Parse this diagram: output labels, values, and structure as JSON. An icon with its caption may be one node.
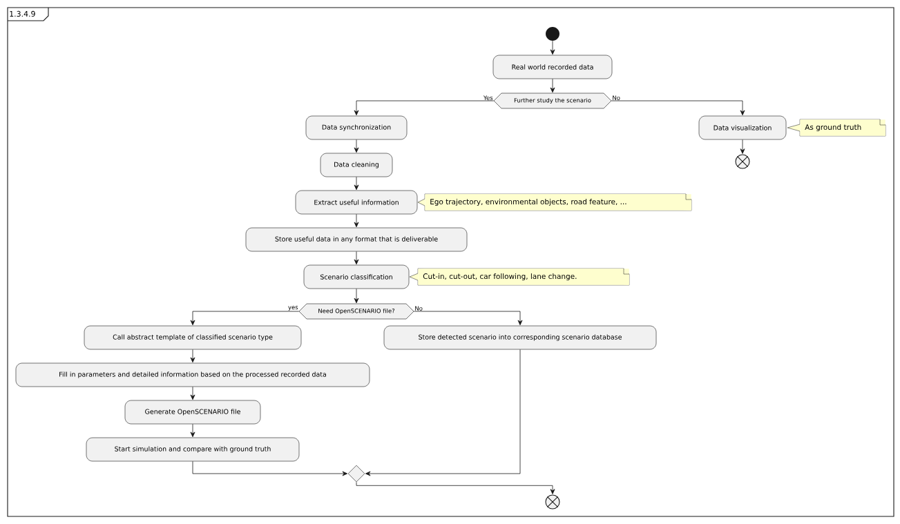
{
  "diagram": {
    "nodes": [
      {
        "text": [
          "1.3.4.9"
        ]
      },
      {
        "text": [],
        "shape": "circle",
        "in": 0
      },
      {
        "text": [
          "Real world recorded data"
        ],
        "in": 0
      },
      {
        "text": [
          "Further study the scenario"
        ],
        "in": 0
      },
      {
        "text": [
          "Data synchronization"
        ],
        "in": 0
      },
      {
        "text": [
          "Data visualization"
        ],
        "in": 0
      },
      {
        "text": [
          "As ground truth"
        ],
        "in": 0
      },
      {
        "text": [],
        "shape": "circle",
        "in": 0
      },
      {
        "text": [
          "Data cleaning"
        ],
        "in": 0
      },
      {
        "text": [
          "Extract useful information"
        ],
        "in": 0
      },
      {
        "text": [
          "Ego trajectory, environmental objects, road feature, ..."
        ],
        "in": 0
      },
      {
        "text": [
          "Store useful data in any format that is deliverable"
        ],
        "in": 0
      },
      {
        "text": [
          "Scenario classification"
        ],
        "in": 0
      },
      {
        "text": [
          "Cut-in, cut-out, car following, lane change."
        ],
        "in": 0
      },
      {
        "text": [
          "Need OpenSCENARIO file?"
        ],
        "in": 0
      },
      {
        "text": [
          "Call abstract template of classified scenario type"
        ],
        "in": 0
      },
      {
        "text": [
          "Store detected scenario into corresponding scenario database"
        ],
        "in": 0
      },
      {
        "text": [
          "Fill in parameters and detailed information based on the processed recorded data"
        ],
        "in": 0
      },
      {
        "text": [
          "Generate OpenSCENARIO file"
        ],
        "in": 0
      },
      {
        "text": [
          "Start simulation and compare with ground truth"
        ],
        "in": 0
      },
      {
        "text": [],
        "shape": "diamond",
        "in": 0
      },
      {
        "text": [],
        "shape": "circle",
        "in": 0
      }
    ],
    "edges": [
      {
        "from": 1,
        "to": 2,
        "arrow": "to"
      },
      {
        "from": 2,
        "to": 3,
        "arrow": "to"
      },
      {
        "from": 3,
        "to": 4,
        "arrow": "to",
        "label": "Yes"
      },
      {
        "from": 3,
        "to": 5,
        "arrow": "to",
        "label": "No"
      },
      {
        "from": 5,
        "to": 7,
        "arrow": "to"
      },
      {
        "from": 4,
        "to": 8,
        "arrow": "to"
      },
      {
        "from": 8,
        "to": 9,
        "arrow": "to"
      },
      {
        "from": 9,
        "to": 11,
        "arrow": "to"
      },
      {
        "from": 11,
        "to": 12,
        "arrow": "to"
      },
      {
        "from": 12,
        "to": 14,
        "arrow": "to"
      },
      {
        "from": 14,
        "to": 15,
        "arrow": "to",
        "label": "yes"
      },
      {
        "from": 14,
        "to": 16,
        "arrow": "to",
        "label": "No"
      },
      {
        "from": 15,
        "to": 17,
        "arrow": "to"
      },
      {
        "from": 17,
        "to": 18,
        "arrow": "to"
      },
      {
        "from": 18,
        "to": 19,
        "arrow": "to"
      },
      {
        "from": 19,
        "to": 20,
        "arrow": "to"
      },
      {
        "from": 16,
        "to": 20,
        "arrow": "to"
      },
      {
        "from": 20,
        "to": 21,
        "arrow": "to"
      }
    ]
  }
}
